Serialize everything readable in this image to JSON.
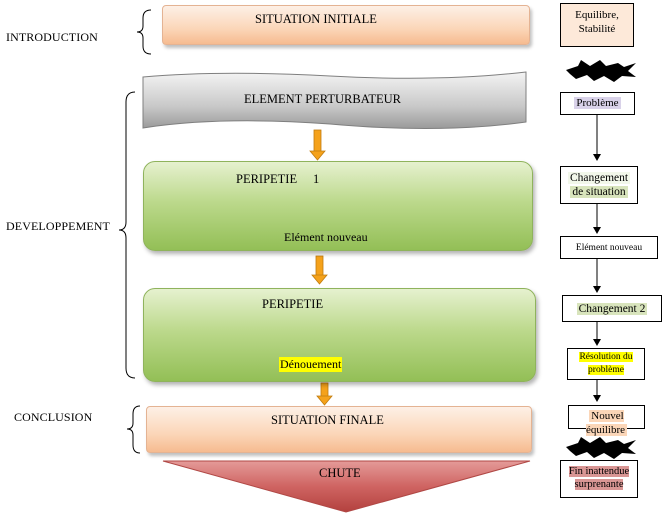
{
  "sections": {
    "introduction": "INTRODUCTION",
    "developpement": "DEVELOPPEMENT",
    "conclusion": "CONCLUSION"
  },
  "steps": {
    "situation_initiale": "SITUATION INITIALE",
    "element_perturbateur": "ELEMENT PERTURBATEUR",
    "peripetie1_title": "PERIPETIE",
    "peripetie1_number": "1",
    "peripetie1_sub": "Elément nouveau",
    "peripetie2_title": "PERIPETIE",
    "peripetie2_sub": "Dénouement",
    "situation_finale": "SITUATION FINALE",
    "chute": "CHUTE"
  },
  "side": {
    "equilibre_line1": "Equilibre,",
    "equilibre_line2": "Stabilité",
    "probleme": "Problème",
    "changement_line1": "Changement",
    "changement_line2": "de situation",
    "element_nouveau": "Elément nouveau",
    "changement2": "Changement 2",
    "resolution_line1": "Résolution du",
    "resolution_line2": "problème",
    "nouvel_equilibre": "Nouvel équilibre",
    "fin_line1": "Fin inattendue",
    "fin_line2": "surprenante"
  },
  "colors": {
    "peach": "#fbd6b8",
    "green": "#bcd98c",
    "orange_arrow": "#f5a21b",
    "yellow_highlight": "#ffff00",
    "lavender_highlight": "#d9d2e9",
    "light_green_highlight": "#d8e4bc",
    "pink_box": "#d99694",
    "red_triangle": "#c0504d"
  }
}
